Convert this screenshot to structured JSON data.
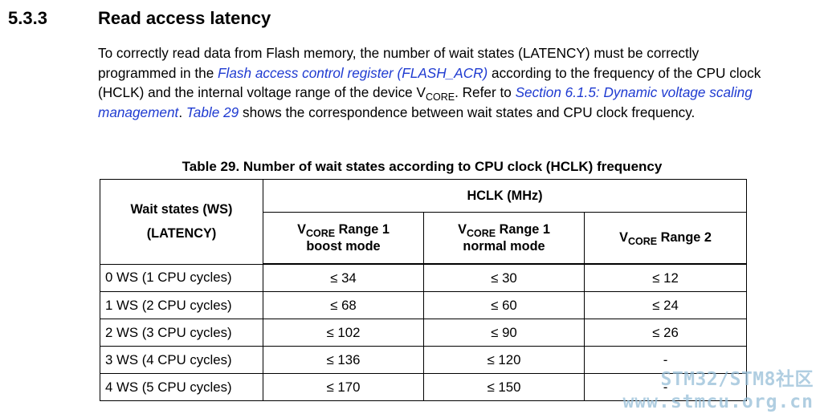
{
  "section": {
    "number": "5.3.3",
    "title": "Read access latency"
  },
  "intro": {
    "p1": "To correctly read data from Flash memory, the number of wait states (LATENCY) must be correctly programmed in the ",
    "link_register": "Flash access control register (FLASH_ACR)",
    "p2": " according to the frequency of the CPU clock (HCLK) and the internal voltage range of the device V",
    "sub_core": "CORE",
    "p3": ". Refer to ",
    "link_section": "Section 6.1.5: Dynamic voltage scaling management",
    "p4": ". ",
    "link_table": "Table 29",
    "p5": " shows the correspondence between wait states and CPU clock frequency."
  },
  "table": {
    "caption": "Table 29. Number of wait states according to CPU clock (HCLK) frequency",
    "header_ws_line1": "Wait states (WS)",
    "header_ws_line2": "(LATENCY)",
    "header_hclk": "HCLK (MHz)",
    "col1": {
      "v": "V",
      "sub": "CORE",
      "rest": " Range 1",
      "line2": "boost mode"
    },
    "col2": {
      "v": "V",
      "sub": "CORE",
      "rest": " Range 1",
      "line2": "normal mode"
    },
    "col3": {
      "v": "V",
      "sub": "CORE",
      "rest": " Range 2"
    },
    "rows": [
      [
        "0 WS (1 CPU cycles)",
        "≤ 34",
        "≤ 30",
        "≤ 12"
      ],
      [
        "1 WS (2 CPU cycles)",
        "≤ 68",
        "≤ 60",
        "≤ 24"
      ],
      [
        "2 WS (3 CPU cycles)",
        "≤ 102",
        "≤ 90",
        "≤ 26"
      ],
      [
        "3 WS (4 CPU cycles)",
        "≤ 136",
        "≤ 120",
        "-"
      ],
      [
        "4 WS (5 CPU cycles)",
        "≤ 170",
        "≤ 150",
        "-"
      ]
    ]
  },
  "watermark": {
    "line1": "STM32/STM8社区",
    "line2": "www.stmcu.org.cn"
  }
}
